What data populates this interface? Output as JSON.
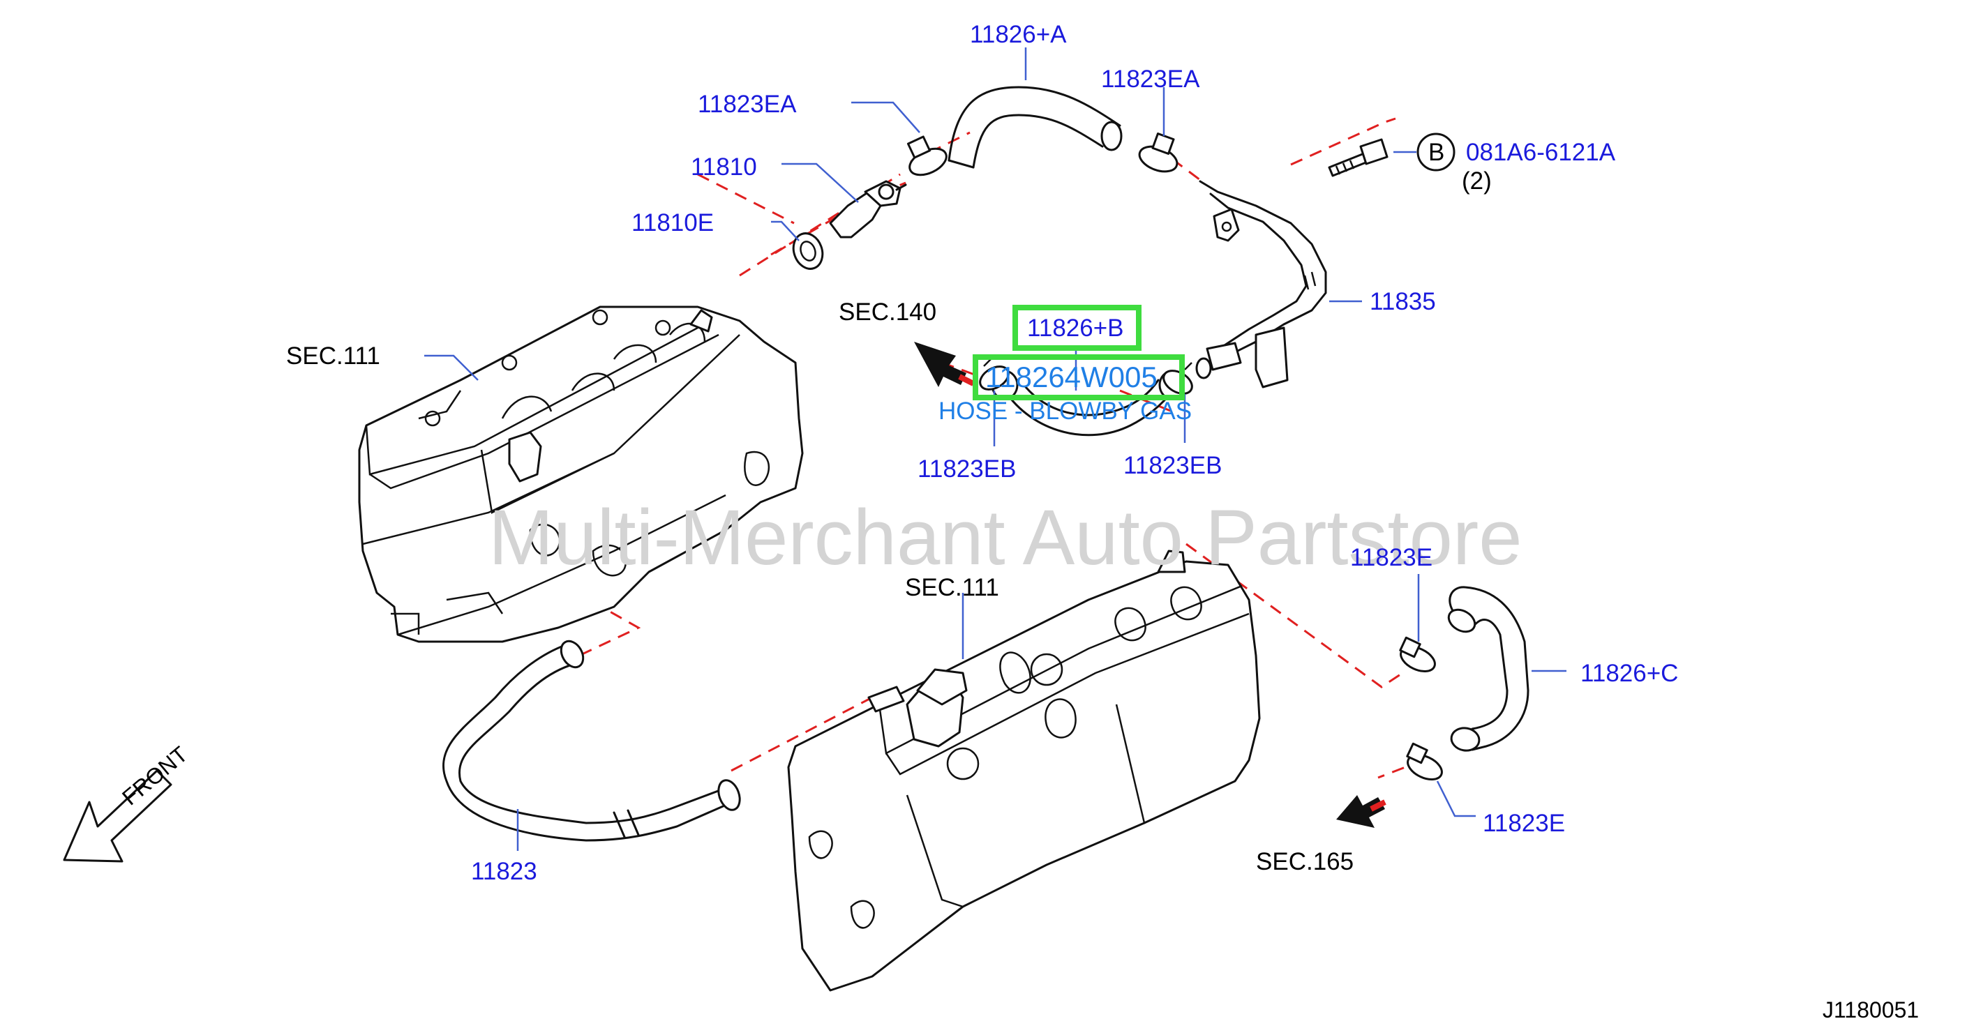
{
  "labels": {
    "l11826a": "11826+A",
    "l11823ea_left": "11823EA",
    "l11823ea_right": "11823EA",
    "l11810": "11810",
    "l11810e": "11810E",
    "l081a6": "081A6-6121A",
    "l081a6_qty": "(2)",
    "bolt_callout": "B",
    "l11835": "11835",
    "sec140": "SEC.140",
    "l11826b": "11826+B",
    "part_number": "118264W005",
    "part_name": "HOSE - BLOWBY GAS",
    "l11823eb_left": "11823EB",
    "l11823eb_right": "11823EB",
    "sec111_top": "SEC.111",
    "sec111_bottom": "SEC.111",
    "l11823e_top": "11823E",
    "l11826c": "11826+C",
    "l11823e_bottom": "11823E",
    "sec165": "SEC.165",
    "l11823": "11823",
    "front": "FRONT",
    "diagram_id": "J1180051"
  },
  "watermark": "Multi-Merchant Auto Partstore",
  "colors": {
    "part_label": "#1a1adc",
    "section_label": "#000000",
    "highlight": "#3fdc3f",
    "part_name_label": "#1f7fe6",
    "dashed_line": "#e02020",
    "watermark": "#d4d4d4"
  }
}
